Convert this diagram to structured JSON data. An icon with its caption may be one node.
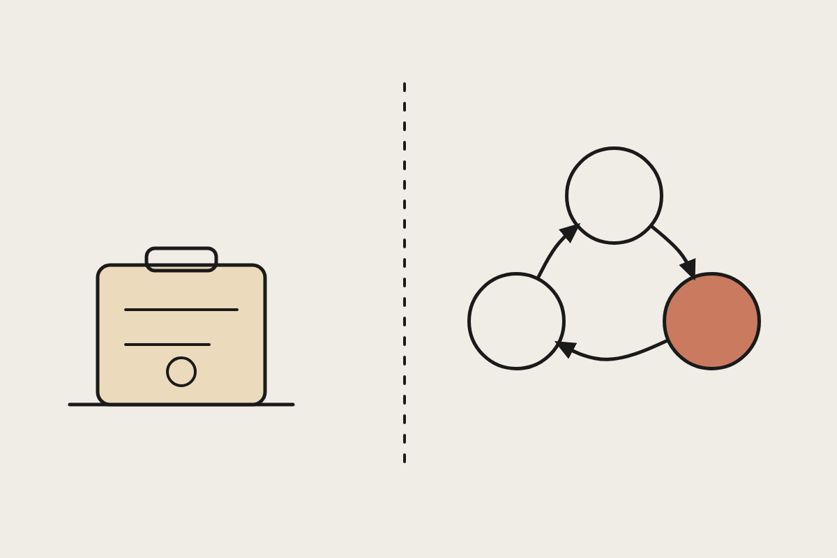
{
  "diagram": {
    "nodes": [
      {
        "text": [],
        "shape": "circle"
      },
      {
        "text": [],
        "shape": "circle"
      },
      {
        "text": [],
        "shape": "circle"
      }
    ],
    "edges": [
      {
        "from": 1,
        "to": 0,
        "arrow": "to"
      },
      {
        "from": 0,
        "to": 2,
        "arrow": "to"
      },
      {
        "from": 2,
        "to": 1,
        "arrow": "to"
      }
    ]
  }
}
